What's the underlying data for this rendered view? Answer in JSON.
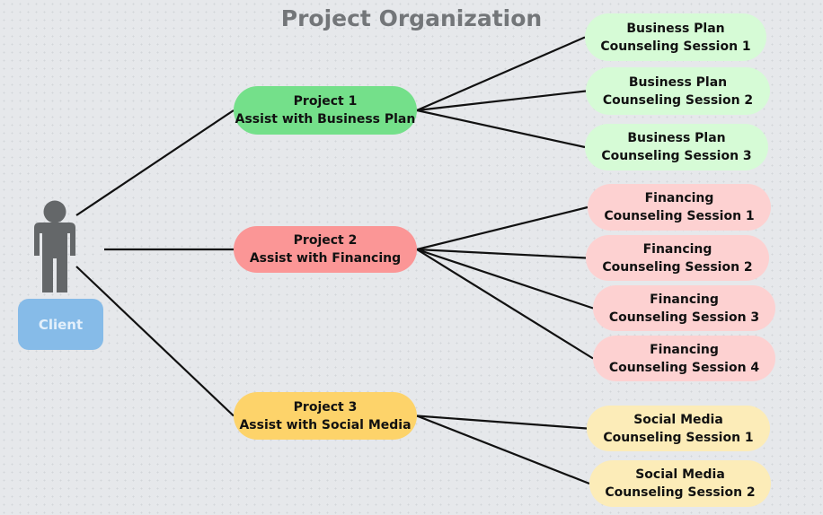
{
  "title": "Project Organization",
  "client": {
    "label": "Client",
    "color": "#86bbe8"
  },
  "projects": [
    {
      "line1": "Project 1",
      "line2": "Assist with Business Plan",
      "color": "#74e08a",
      "sessions": [
        {
          "line1": "Business Plan",
          "line2": "Counseling Session 1"
        },
        {
          "line1": "Business Plan",
          "line2": "Counseling Session 2"
        },
        {
          "line1": "Business Plan",
          "line2": "Counseling Session 3"
        }
      ],
      "session_color": "#d6fbd6"
    },
    {
      "line1": "Project 2",
      "line2": "Assist with Financing",
      "color": "#fb9696",
      "sessions": [
        {
          "line1": "Financing",
          "line2": "Counseling Session 1"
        },
        {
          "line1": "Financing",
          "line2": "Counseling Session 2"
        },
        {
          "line1": "Financing",
          "line2": "Counseling Session 3"
        },
        {
          "line1": "Financing",
          "line2": "Counseling Session 4"
        }
      ],
      "session_color": "#fdd1d1"
    },
    {
      "line1": "Project 3",
      "line2": "Assist with Social Media",
      "color": "#fdd36a",
      "sessions": [
        {
          "line1": "Social Media",
          "line2": "Counseling Session 1"
        },
        {
          "line1": "Social Media",
          "line2": "Counseling Session 2"
        }
      ],
      "session_color": "#fcecb8"
    }
  ]
}
